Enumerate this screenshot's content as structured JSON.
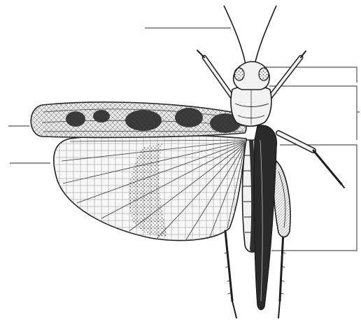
{
  "diagram": {
    "subject": "grasshopper",
    "style": "black-and-white engraving",
    "colors": {
      "ink": "#1e1e1e",
      "leader_line": "#555555",
      "background": "#ffffff",
      "forewing_fill": "#e8e8e8",
      "forewing_band": "#2a2a2a",
      "hindwing_fill": "#f7f7f7",
      "hindwing_shade": "#9a9a9a",
      "body_fill": "#f2f2f2",
      "body_band": "#303030"
    },
    "label_slots": [
      {
        "name": "antenna-label",
        "text": ""
      },
      {
        "name": "head-label",
        "text": ""
      },
      {
        "name": "thorax-label",
        "text": ""
      },
      {
        "name": "forewing-label",
        "text": ""
      },
      {
        "name": "hindwing-label",
        "text": ""
      },
      {
        "name": "abdomen-label",
        "text": ""
      },
      {
        "name": "legs-label",
        "text": ""
      }
    ]
  }
}
